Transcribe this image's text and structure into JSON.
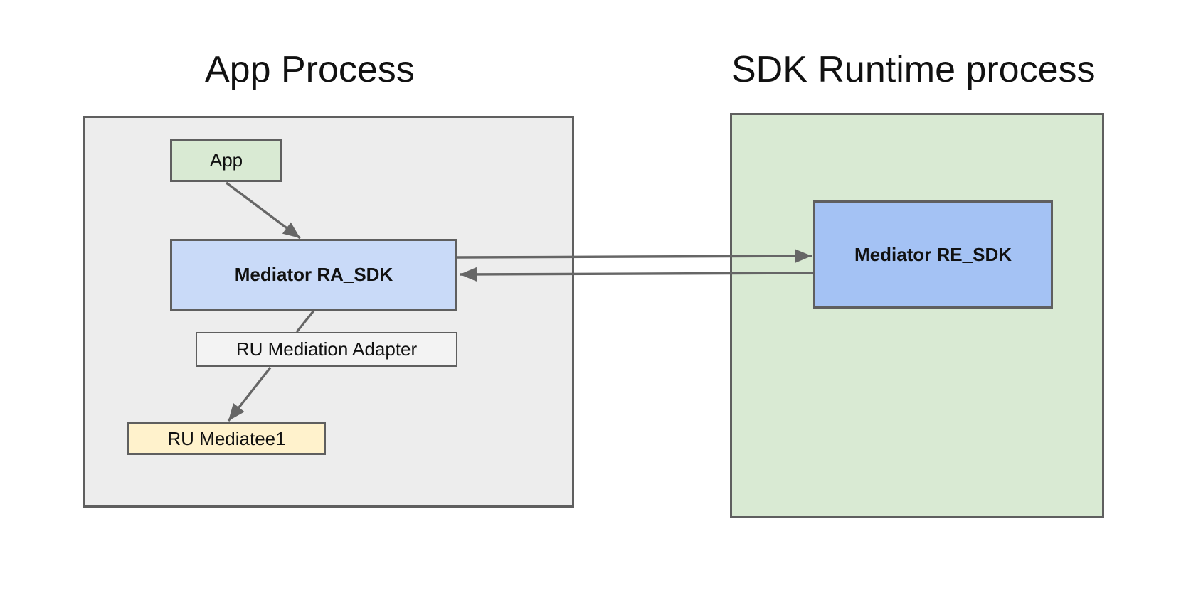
{
  "titles": {
    "app_process": "App Process",
    "sdk_runtime": "SDK Runtime process"
  },
  "nodes": {
    "app": {
      "label": "App",
      "fill": "#d9ead3"
    },
    "mediator_ra_sdk": {
      "label": "Mediator RA_SDK",
      "fill": "#c9daf8"
    },
    "ru_mediation_adapter": {
      "label": "RU Mediation Adapter",
      "fill": "#f3f3f3"
    },
    "ru_mediatee1": {
      "label": "RU Mediatee1",
      "fill": "#fff2cc"
    },
    "mediator_re_sdk": {
      "label": "Mediator RE_SDK",
      "fill": "#a4c2f4"
    }
  },
  "containers": {
    "app_process": {
      "fill": "#ededed"
    },
    "sdk_runtime": {
      "fill": "#d9ead3"
    }
  },
  "edges": [
    {
      "from": "app",
      "to": "mediator_ra_sdk",
      "arrow": "end"
    },
    {
      "from": "mediator_ra_sdk",
      "to": "mediator_re_sdk",
      "arrow": "end"
    },
    {
      "from": "mediator_re_sdk",
      "to": "mediator_ra_sdk",
      "arrow": "end"
    },
    {
      "from": "mediator_ra_sdk",
      "to": "ru_mediation_adapter",
      "arrow": "none"
    },
    {
      "from": "ru_mediation_adapter",
      "to": "ru_mediatee1",
      "arrow": "end"
    }
  ],
  "colors": {
    "border": "#5f5f5f",
    "connector": "#666666",
    "text": "#111111",
    "page_background": "#ffffff"
  }
}
